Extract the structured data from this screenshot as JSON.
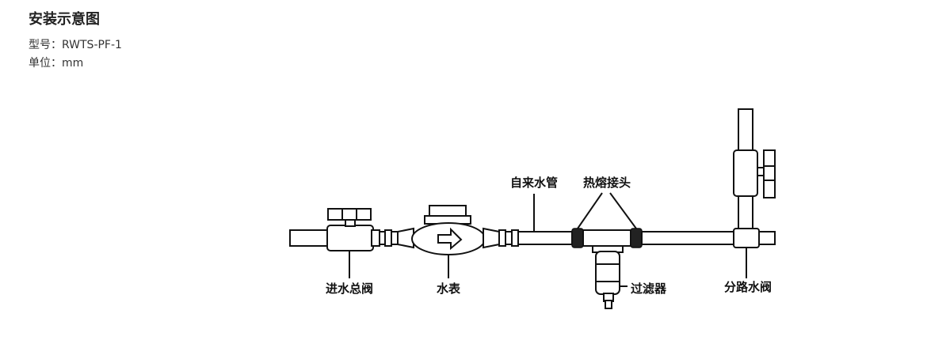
{
  "header": {
    "title": "安装示意图",
    "model_line": "型号：RWTS-PF-1",
    "unit_line": "单位：mm"
  },
  "diagram": {
    "labels": {
      "main_inlet_valve": "进水总阀",
      "water_meter": "水表",
      "tap_water_pipe": "自来水管",
      "hot_melt_joint": "热熔接头",
      "filter": "过滤器",
      "branch_water_valve": "分路水阀"
    },
    "line_color": "#111111",
    "background": "#ffffff"
  }
}
